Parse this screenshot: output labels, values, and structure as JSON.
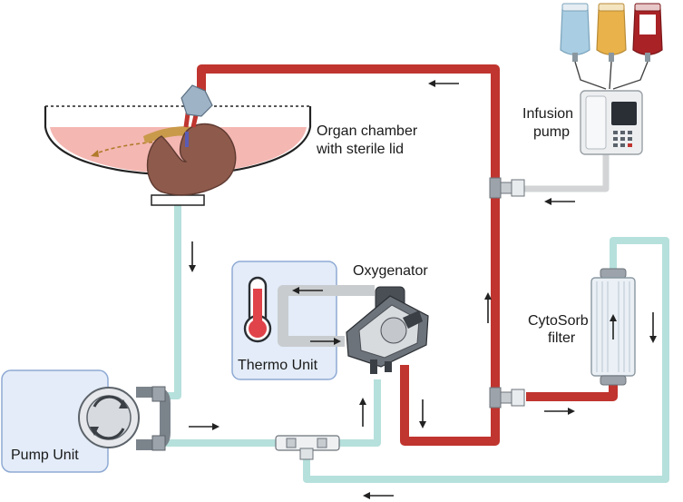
{
  "labels": {
    "organ_chamber_line1": "Organ chamber",
    "organ_chamber_line2": "with sterile lid",
    "infusion_line1": "Infusion",
    "infusion_line2": "pump",
    "oxygenator": "Oxygenator",
    "thermo_unit": "Thermo Unit",
    "cytosorb_line1": "CytoSorb",
    "cytosorb_line2": "filter",
    "pump_unit": "Pump Unit"
  },
  "colors": {
    "arterial_tube": "#c0352f",
    "venous_tube": "#b6e0dc",
    "infusion_tube": "#cfcfcf",
    "panel_fill": "#e3ecf8",
    "panel_border": "#8faad4",
    "perfusate": "#f4b7b2",
    "kidney": "#8e5a4c",
    "iv_bag_saline": "#a9cde2",
    "iv_bag_nutrient": "#e9b24a",
    "iv_bag_blood": "#a82226"
  },
  "icons": [
    "kidney-icon",
    "thermometer-icon",
    "infusion-pump-icon",
    "iv-bag-icon",
    "oxygenator-icon",
    "cytosorb-filter-icon",
    "roller-pump-icon",
    "flow-arrow-icon"
  ]
}
